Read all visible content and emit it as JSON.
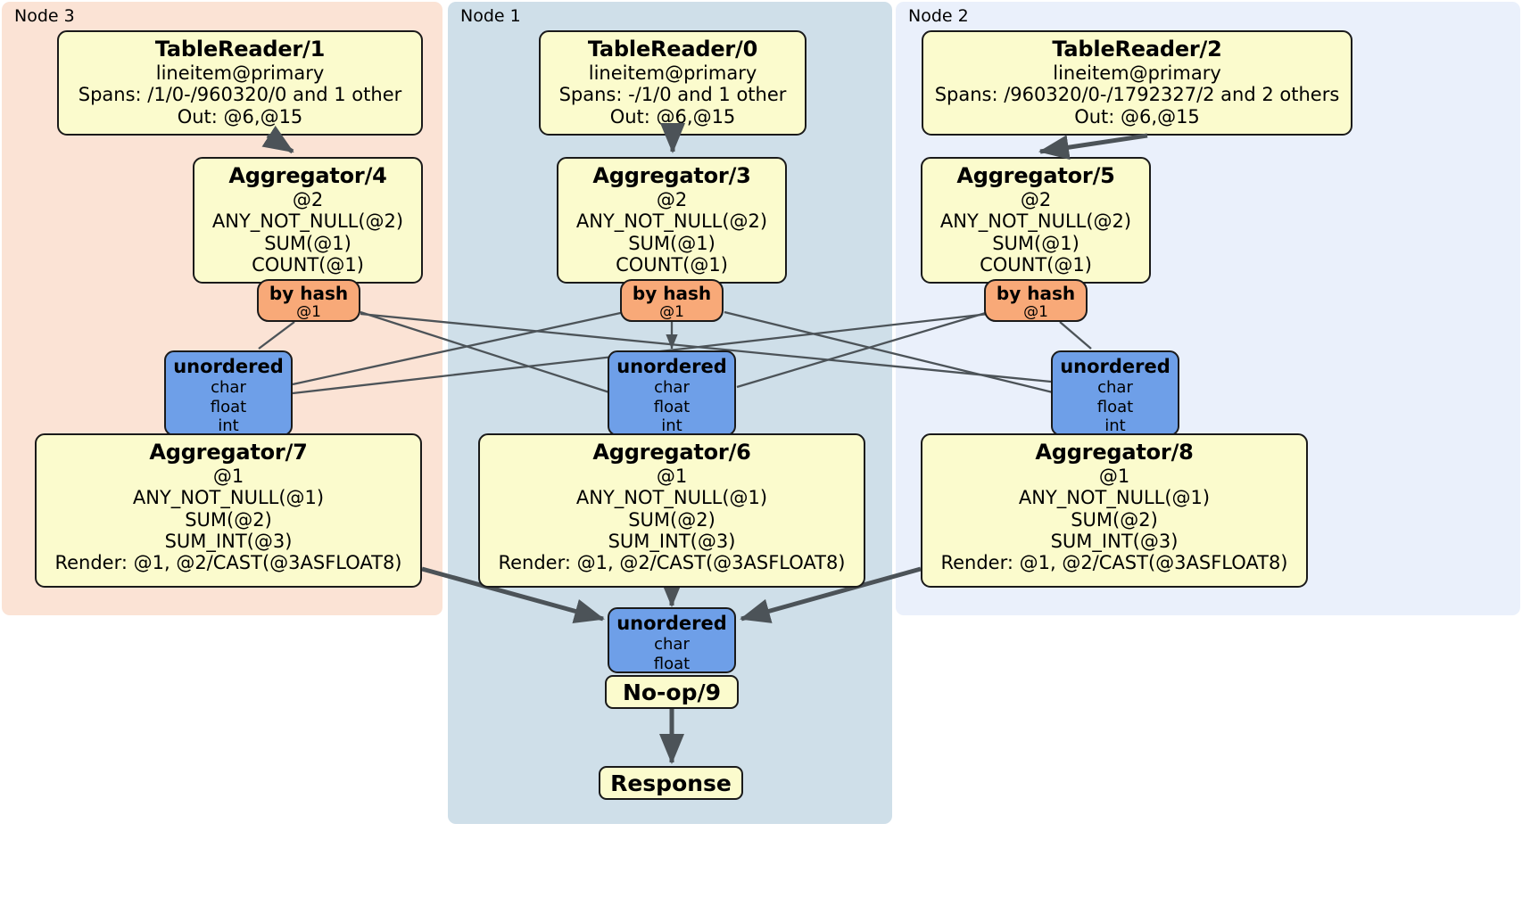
{
  "diagram": {
    "title": "Distributed query plan",
    "colors": {
      "node3_panel": "#fbe3d5",
      "node1_panel": "#cfdfe9",
      "node2_panel": "#eaf0fb",
      "processor_fill": "#fbfbcd",
      "router_fill": "#f8a978",
      "synchronizer_fill": "#6e9fe8",
      "stroke": "#1a1a1a",
      "edge": "#4c5358"
    }
  },
  "panels": [
    {
      "id": "node3",
      "label": "Node 3"
    },
    {
      "id": "node1",
      "label": "Node 1"
    },
    {
      "id": "node2",
      "label": "Node 2"
    }
  ],
  "boxes": {
    "tablereader1": {
      "title": "TableReader/1",
      "lines": [
        "lineitem@primary",
        "Spans: /1/0-/960320/0 and 1 other",
        "Out: @6,@15"
      ]
    },
    "tablereader0": {
      "title": "TableReader/0",
      "lines": [
        "lineitem@primary",
        "Spans: -/1/0 and 1 other",
        "Out: @6,@15"
      ]
    },
    "tablereader2": {
      "title": "TableReader/2",
      "lines": [
        "lineitem@primary",
        "Spans: /960320/0-/1792327/2 and 2 others",
        "Out: @6,@15"
      ]
    },
    "aggregator4": {
      "title": "Aggregator/4",
      "lines": [
        "@2",
        "ANY_NOT_NULL(@2)",
        "SUM(@1)",
        "COUNT(@1)"
      ]
    },
    "aggregator3": {
      "title": "Aggregator/3",
      "lines": [
        "@2",
        "ANY_NOT_NULL(@2)",
        "SUM(@1)",
        "COUNT(@1)"
      ]
    },
    "aggregator5": {
      "title": "Aggregator/5",
      "lines": [
        "@2",
        "ANY_NOT_NULL(@2)",
        "SUM(@1)",
        "COUNT(@1)"
      ]
    },
    "aggregator7": {
      "title": "Aggregator/7",
      "lines": [
        "@1",
        "ANY_NOT_NULL(@1)",
        "SUM(@2)",
        "SUM_INT(@3)",
        "Render: @1, @2/CAST(@3ASFLOAT8)"
      ]
    },
    "aggregator6": {
      "title": "Aggregator/6",
      "lines": [
        "@1",
        "ANY_NOT_NULL(@1)",
        "SUM(@2)",
        "SUM_INT(@3)",
        "Render: @1, @2/CAST(@3ASFLOAT8)"
      ]
    },
    "aggregator8": {
      "title": "Aggregator/8",
      "lines": [
        "@1",
        "ANY_NOT_NULL(@1)",
        "SUM(@2)",
        "SUM_INT(@3)",
        "Render: @1, @2/CAST(@3ASFLOAT8)"
      ]
    },
    "byhash_left": {
      "title": "by hash",
      "lines": [
        "@1"
      ]
    },
    "byhash_middle": {
      "title": "by hash",
      "lines": [
        "@1"
      ]
    },
    "byhash_right": {
      "title": "by hash",
      "lines": [
        "@1"
      ]
    },
    "unordered_left": {
      "title": "unordered",
      "lines": [
        "char",
        "float",
        "int"
      ]
    },
    "unordered_middle": {
      "title": "unordered",
      "lines": [
        "char",
        "float",
        "int"
      ]
    },
    "unordered_right": {
      "title": "unordered",
      "lines": [
        "char",
        "float",
        "int"
      ]
    },
    "unordered_final": {
      "title": "unordered",
      "lines": [
        "char",
        "float"
      ]
    },
    "noop9": {
      "title": "No-op/9"
    },
    "response": {
      "title": "Response"
    }
  }
}
